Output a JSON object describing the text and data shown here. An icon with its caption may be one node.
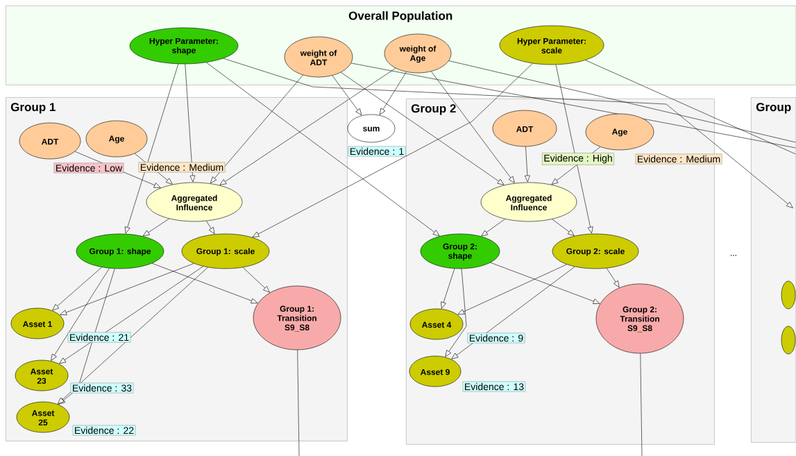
{
  "diagram": {
    "nodes": [
      {
        "text": [
          "Overall Population"
        ]
      },
      {
        "text": [
          "Hyper Parameter: shape"
        ],
        "in": 0
      },
      {
        "text": [
          "weight of ADT"
        ],
        "in": 0
      },
      {
        "text": [
          "weight of Age"
        ],
        "in": 0
      },
      {
        "text": [
          "Hyper Parameter: scale"
        ],
        "in": 0
      },
      {
        "text": [
          "Group 1"
        ]
      },
      {
        "text": [
          "ADT"
        ],
        "in": 5,
        "beside": [
          "Evidence : Low"
        ]
      },
      {
        "text": [
          "Age"
        ],
        "in": 5,
        "beside": [
          "Evidence : Medium"
        ]
      },
      {
        "text": [
          "Aggregated Influence"
        ],
        "in": 5
      },
      {
        "text": [
          "Group 1: shape"
        ],
        "in": 5
      },
      {
        "text": [
          "Group 1: scale"
        ],
        "in": 5
      },
      {
        "text": [
          "Asset 1"
        ],
        "in": 5,
        "beside": [
          "Evidence : 21"
        ]
      },
      {
        "text": [
          "Asset 23"
        ],
        "in": 5,
        "beside": [
          "Evidence : 33"
        ]
      },
      {
        "text": [
          "Asset 25"
        ],
        "in": 5,
        "beside": [
          "Evidence : 22"
        ]
      },
      {
        "text": [
          "Group 1: Transition S9_S8"
        ],
        "in": 5
      },
      {
        "text": [
          "sum"
        ],
        "beside": [
          "Evidence : 1"
        ]
      },
      {
        "text": [
          "Group 2"
        ]
      },
      {
        "text": [
          "ADT"
        ],
        "in": 16,
        "beside": [
          "Evidence : High"
        ]
      },
      {
        "text": [
          "Age"
        ],
        "in": 16,
        "beside": [
          "Evidence : Medium"
        ]
      },
      {
        "text": [
          "Aggregated Influence"
        ],
        "in": 16
      },
      {
        "text": [
          "Group 2: shape"
        ],
        "in": 16
      },
      {
        "text": [
          "Group 2: scale"
        ],
        "in": 16
      },
      {
        "text": [
          "Asset 4"
        ],
        "in": 16,
        "beside": [
          "Evidence : 9"
        ]
      },
      {
        "text": [
          "Asset 9"
        ],
        "in": 16,
        "beside": [
          "Evidence : 13"
        ]
      },
      {
        "text": [
          "Group 2: Transition S9_S8"
        ],
        "in": 16
      },
      {
        "text": [
          "Group"
        ]
      },
      {
        "text": [],
        "shape": "ellipse",
        "in": 25
      },
      {
        "text": [],
        "shape": "ellipse",
        "in": 25
      }
    ],
    "edges": [
      {
        "from": 1,
        "to": 8,
        "arrow": "to"
      },
      {
        "from": 1,
        "to": 9,
        "arrow": "to"
      },
      {
        "from": 1,
        "to": 20,
        "arrow": "to"
      },
      {
        "from": 1,
        "to": 25,
        "arrow": "to"
      },
      {
        "from": 2,
        "to": 15,
        "arrow": "to"
      },
      {
        "from": 2,
        "to": 8,
        "arrow": "to"
      },
      {
        "from": 2,
        "to": 19,
        "arrow": "to"
      },
      {
        "from": 2,
        "to": 25,
        "arrow": "none"
      },
      {
        "from": 3,
        "to": 15,
        "arrow": "to"
      },
      {
        "from": 3,
        "to": 8,
        "arrow": "to"
      },
      {
        "from": 3,
        "to": 19,
        "arrow": "to"
      },
      {
        "from": 3,
        "to": 25,
        "arrow": "none"
      },
      {
        "from": 4,
        "to": 10,
        "arrow": "to"
      },
      {
        "from": 4,
        "to": 21,
        "arrow": "to"
      },
      {
        "from": 4,
        "to": 25,
        "arrow": "none"
      },
      {
        "from": 6,
        "to": 8,
        "arrow": "to"
      },
      {
        "from": 7,
        "to": 8,
        "arrow": "to"
      },
      {
        "from": 8,
        "to": 9,
        "arrow": "to"
      },
      {
        "from": 8,
        "to": 10,
        "arrow": "to"
      },
      {
        "from": 9,
        "to": 11,
        "arrow": "to"
      },
      {
        "from": 9,
        "to": 12,
        "arrow": "to"
      },
      {
        "from": 9,
        "to": 13,
        "arrow": "to"
      },
      {
        "from": 9,
        "to": 14,
        "arrow": "to"
      },
      {
        "from": 10,
        "to": 11,
        "arrow": "to"
      },
      {
        "from": 10,
        "to": 12,
        "arrow": "to"
      },
      {
        "from": 10,
        "to": 13,
        "arrow": "to"
      },
      {
        "from": 10,
        "to": 14,
        "arrow": "to"
      },
      {
        "from": 17,
        "to": 19,
        "arrow": "to"
      },
      {
        "from": 18,
        "to": 19,
        "arrow": "to"
      },
      {
        "from": 19,
        "to": 20,
        "arrow": "to"
      },
      {
        "from": 19,
        "to": 21,
        "arrow": "to"
      },
      {
        "from": 20,
        "to": 22,
        "arrow": "to"
      },
      {
        "from": 20,
        "to": 23,
        "arrow": "to"
      },
      {
        "from": 20,
        "to": 24,
        "arrow": "to"
      },
      {
        "from": 21,
        "to": 22,
        "arrow": "to"
      },
      {
        "from": 21,
        "to": 23,
        "arrow": "to"
      },
      {
        "from": 21,
        "to": 24,
        "arrow": "to"
      },
      {
        "from": 14,
        "to": null,
        "arrow": "none"
      },
      {
        "from": 24,
        "to": null,
        "arrow": "none"
      }
    ],
    "labels": [
      "..."
    ]
  }
}
